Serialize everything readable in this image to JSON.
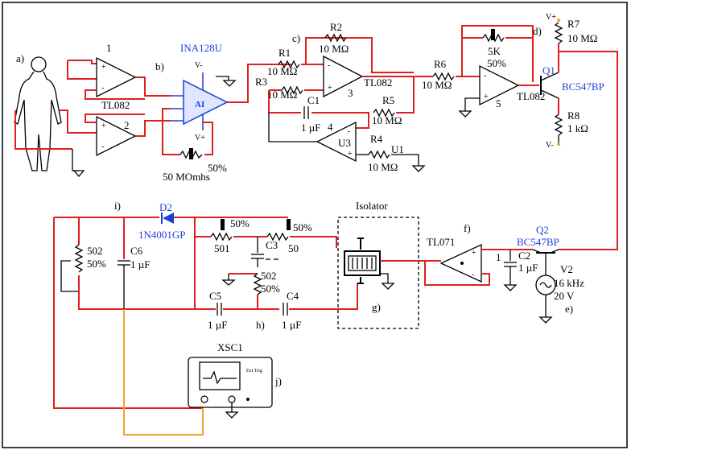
{
  "labels": {
    "a": "a)",
    "b": "b)",
    "c": "c)",
    "d": "d)",
    "e": "e)",
    "f": "f)",
    "g": "g)",
    "h": "h)",
    "i": "i)",
    "j": "j)"
  },
  "opamps": {
    "u1_num": "1",
    "u2_num": "2",
    "u1u2_part": "TL082",
    "u3_num": "3",
    "u3_part": "TL082",
    "u4_num": "4",
    "u4_name": "U3",
    "u5_num": "5",
    "u5_part": "TL082",
    "u6_part": "TL071",
    "plus": "+",
    "minus": "-"
  },
  "ina": {
    "part": "INA128U",
    "chip": "AI",
    "vminus": "V-",
    "vplus": "V+",
    "pot_value": "50 MOmhs",
    "pot_pct": "50%"
  },
  "components": {
    "r1": "R1",
    "r1_val": "10 MΩ",
    "r2": "R2",
    "r2_val": "10 MΩ",
    "r3": "R3",
    "r3_val": "10 MΩ",
    "c1": "C1",
    "c1_val": "1 µF",
    "r5": "R5",
    "r5_val": "10 MΩ",
    "r4": "R4",
    "u1": "U1",
    "r4_val": "10 MΩ",
    "r6": "R6",
    "r6_val": "10 MΩ",
    "pot5k": "5K",
    "pot5k_pct": "50%",
    "r7": "R7",
    "r7_val": "10 MΩ",
    "q1": "Q1",
    "q1_part": "BC547BP",
    "r8": "R8",
    "r8_val": "1 kΩ",
    "vplus": "V+",
    "vminus": "V-",
    "d2": "D2",
    "d2_part": "1N4001GP",
    "pot502a": "502",
    "pot502a_pct": "50%",
    "c6": "C6",
    "c6_val": "1 µF",
    "pot501": "501",
    "pot501_pct": "50%",
    "pot50": "50",
    "pot50_pct": "50%",
    "c3": "C3",
    "pot502b": "502",
    "pot502b_pct": "50%",
    "c5": "C5",
    "c5_val": "1 µF",
    "c4": "C4",
    "c4_val": "1 µF",
    "isolator": "Isolator",
    "q2": "Q2",
    "q2_part": "BC547BP",
    "c2": "C2",
    "c2_val": "1 µF",
    "c2_num": "1",
    "v2": "V2",
    "v2_freq": "16 kHz",
    "v2_amp": "20 V",
    "xsc": "XSC1"
  }
}
